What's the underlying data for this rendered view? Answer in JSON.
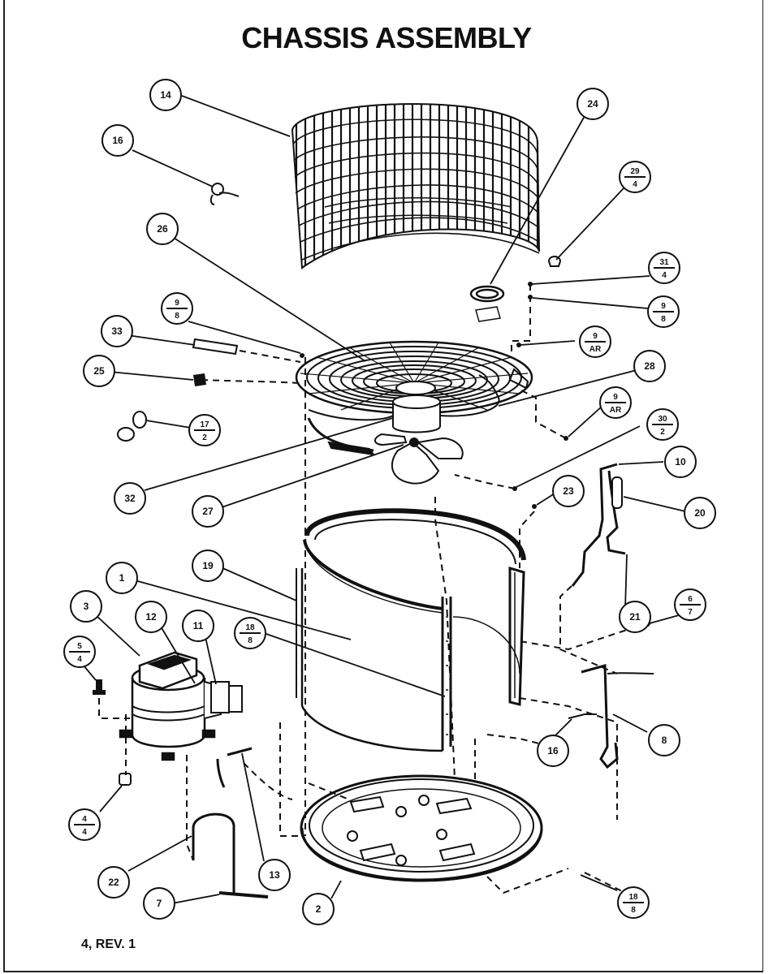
{
  "title": "CHASSIS ASSEMBLY",
  "footer": "4, REV. 1",
  "callouts": [
    {
      "id": "c14",
      "text": "14"
    },
    {
      "id": "c16a",
      "text": "16"
    },
    {
      "id": "c24",
      "text": "24"
    },
    {
      "id": "c29",
      "top": "29",
      "bottom": "4"
    },
    {
      "id": "c26",
      "text": "26"
    },
    {
      "id": "c31",
      "top": "31",
      "bottom": "4"
    },
    {
      "id": "c9a",
      "top": "9",
      "bottom": "8"
    },
    {
      "id": "c9b",
      "top": "9",
      "bottom": "8"
    },
    {
      "id": "c33",
      "text": "33"
    },
    {
      "id": "c9ar1",
      "top": "9",
      "bottom": "AR"
    },
    {
      "id": "c25",
      "text": "25"
    },
    {
      "id": "c28",
      "text": "28"
    },
    {
      "id": "c9ar2",
      "top": "9",
      "bottom": "AR"
    },
    {
      "id": "c17",
      "top": "17",
      "bottom": "2"
    },
    {
      "id": "c30",
      "top": "30",
      "bottom": "2"
    },
    {
      "id": "c10",
      "text": "10"
    },
    {
      "id": "c32",
      "text": "32"
    },
    {
      "id": "c27",
      "text": "27"
    },
    {
      "id": "c23",
      "text": "23"
    },
    {
      "id": "c20",
      "text": "20"
    },
    {
      "id": "c19",
      "text": "19"
    },
    {
      "id": "c1",
      "text": "1"
    },
    {
      "id": "c21",
      "text": "21"
    },
    {
      "id": "c3",
      "text": "3"
    },
    {
      "id": "c12",
      "text": "12"
    },
    {
      "id": "c11",
      "text": "11"
    },
    {
      "id": "c18a",
      "top": "18",
      "bottom": "8"
    },
    {
      "id": "c6",
      "top": "6",
      "bottom": "7"
    },
    {
      "id": "c5",
      "top": "5",
      "bottom": "4"
    },
    {
      "id": "c16b",
      "text": "16"
    },
    {
      "id": "c8",
      "text": "8"
    },
    {
      "id": "c4",
      "top": "4",
      "bottom": "4"
    },
    {
      "id": "c22",
      "text": "22"
    },
    {
      "id": "c13",
      "text": "13"
    },
    {
      "id": "c7",
      "text": "7"
    },
    {
      "id": "c2",
      "text": "2"
    },
    {
      "id": "c18b",
      "top": "18",
      "bottom": "8"
    }
  ]
}
